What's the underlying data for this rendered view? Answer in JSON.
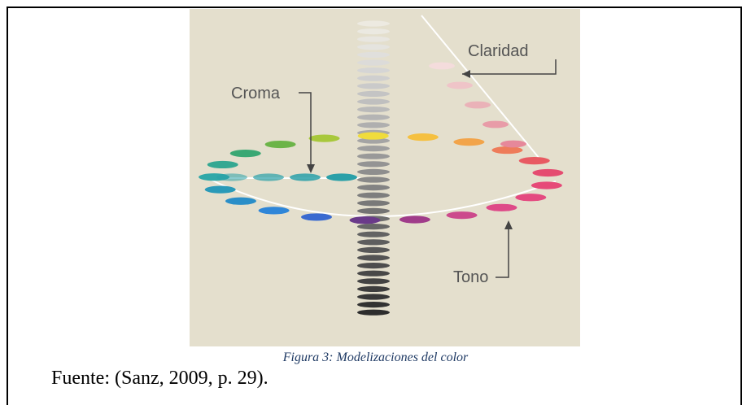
{
  "figure": {
    "labels": {
      "claridad": "Claridad",
      "croma": "Croma",
      "tono": "Tono"
    },
    "colors": {
      "background": "#e4dfcd",
      "hue_ring": [
        "#f0dc3c",
        "#f5c040",
        "#f2a44a",
        "#ee7c5a",
        "#e85a62",
        "#e54c70",
        "#e64a78",
        "#e44a80",
        "#de4a88",
        "#cc4a8c",
        "#a03c8a",
        "#6a3a8a",
        "#3a6ad0",
        "#2f86d8",
        "#2a8ec8",
        "#2a9ab8",
        "#30a8a8",
        "#34a892",
        "#3aa874",
        "#6cb448",
        "#a8c83c"
      ],
      "chroma_row": [
        "#2aa0a8",
        "#2aa0a8",
        "#2aa0a8",
        "#2aa0a8"
      ],
      "lightness_pinks": [
        "#f4dcdc",
        "#efc4c8",
        "#eab2b8",
        "#e89ca8",
        "#e6889a"
      ]
    },
    "caption": "Figura 3: Modelizaciones del color",
    "source": "Fuente: (Sanz, 2009, p. 29)."
  }
}
